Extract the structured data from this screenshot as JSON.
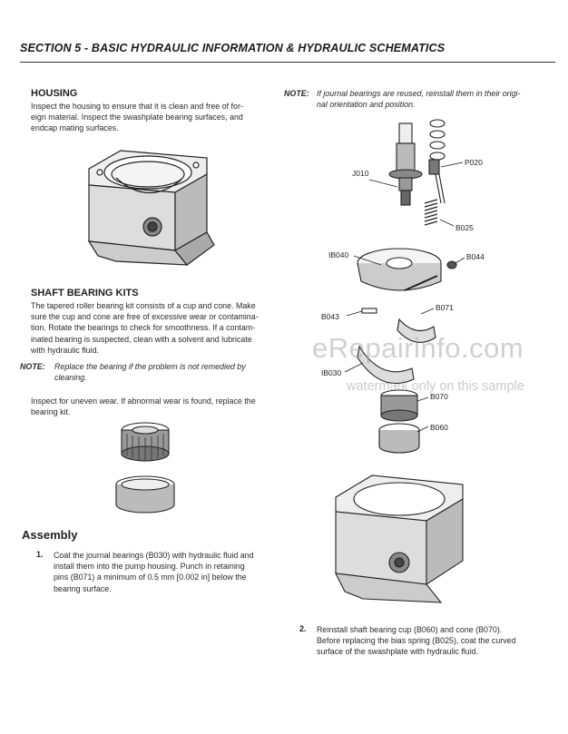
{
  "header": {
    "title": "SECTION 5 - BASIC HYDRAULIC INFORMATION & HYDRAULIC SCHEMATICS"
  },
  "housing": {
    "heading": "HOUSING",
    "text_lines": [
      "Inspect the housing to ensure that it is clean and free of for-",
      "eign material. Inspect the swashplate bearing surfaces, and",
      "endcap mating surfaces."
    ]
  },
  "right_note": {
    "label": "NOTE:",
    "lines": [
      "If journal bearings are reused, reinstall them in their origi-",
      "nal orientation and position."
    ]
  },
  "shaft_bearing_kits": {
    "heading": "SHAFT BEARING KITS",
    "text_lines": [
      "The tapered roller bearing kit consists of a cup and cone. Make",
      "sure the cup and cone are free of excessive wear or contamina-",
      "tion. Rotate the bearings to check for smoothness. If a contam-",
      "inated bearing is suspected, clean with a solvent and lubricate",
      "with hydraulic fluid."
    ],
    "note_label": "NOTE:",
    "note_lines": [
      "Replace the bearing if the problem is not remedied by",
      "cleaning."
    ],
    "inspect_lines": [
      "Inspect for uneven wear. If abnormal wear is found, replace the",
      "bearing kit."
    ]
  },
  "assembly": {
    "heading": "Assembly",
    "step1": {
      "number": "1.",
      "lines": [
        "Coat the journal bearings (B030) with hydraulic fluid and",
        "install them into the pump housing. Punch in retaining",
        "pins (B071) a minimum of 0.5 mm [0.002 in] below the",
        "bearing surface."
      ]
    },
    "step2": {
      "number": "2.",
      "lines": [
        "Reinstall shaft bearing cup (B060) and cone (B070).",
        "Before replacing the bias spring (B025), coat the curved",
        "surface of the swashplate with hydraulic fluid."
      ]
    }
  },
  "diagram_labels": {
    "p020": "P020",
    "j010": "J010",
    "b025": "B025",
    "ib040": "IB040",
    "b044": "B044",
    "b071": "B071",
    "b043": "B043",
    "ib030": "IB030",
    "b070": "B070",
    "b060": "B060"
  },
  "watermark": {
    "site": "eRepairinfo.com",
    "notice": "watermark only on this sample"
  }
}
